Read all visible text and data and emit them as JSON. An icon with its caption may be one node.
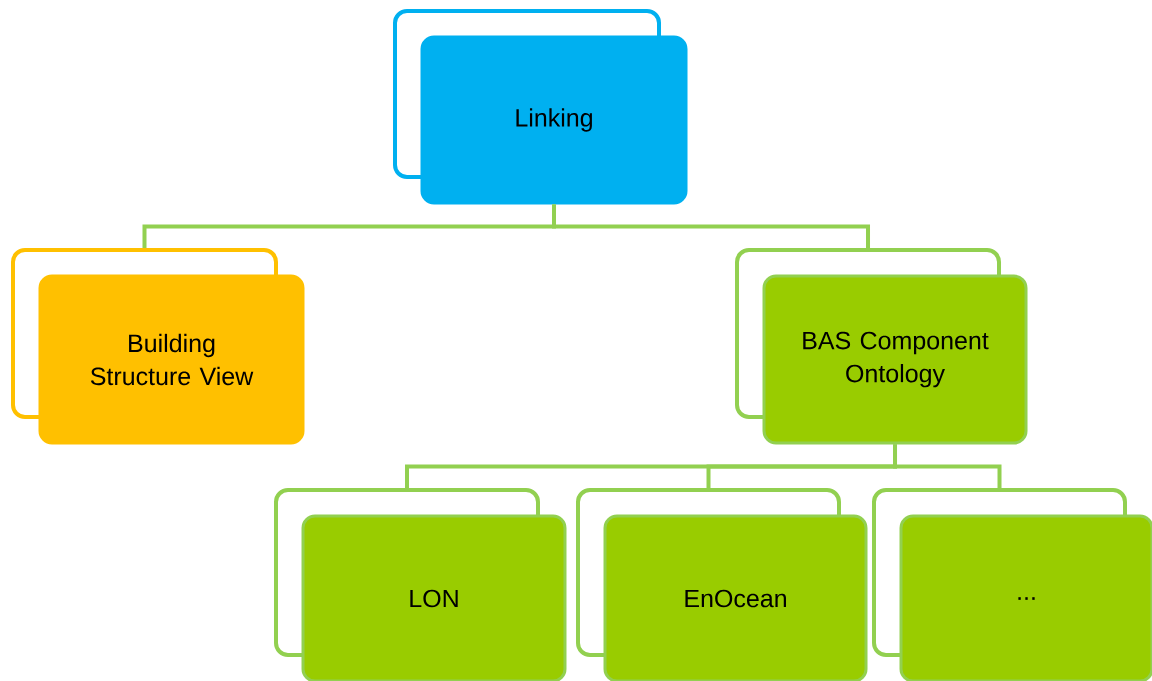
{
  "diagram": {
    "nodes": [
      {
        "text": [
          "Linking"
        ]
      },
      {
        "text": [
          "Building Structure View"
        ]
      },
      {
        "text": [
          "BAS Component Ontology"
        ]
      },
      {
        "text": [
          "LON"
        ]
      },
      {
        "text": [
          "EnOcean"
        ]
      },
      {
        "text": [
          "..."
        ]
      }
    ],
    "edges": [
      {
        "from": 0,
        "to": 1,
        "arrow": "none"
      },
      {
        "from": 0,
        "to": 2,
        "arrow": "none"
      },
      {
        "from": 2,
        "to": 3,
        "arrow": "none"
      },
      {
        "from": 2,
        "to": 4,
        "arrow": "none"
      },
      {
        "from": 2,
        "to": 5,
        "arrow": "none"
      }
    ]
  }
}
